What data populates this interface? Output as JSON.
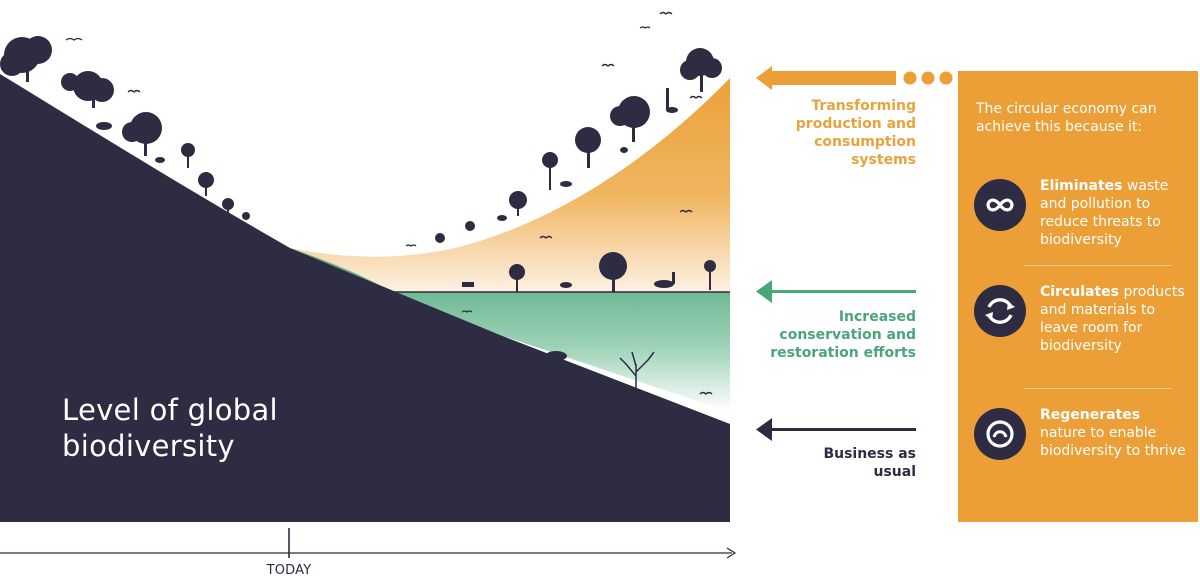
{
  "main_label": "Level of global biodiversity",
  "timeline": {
    "today_label": "TODAY"
  },
  "pathways": {
    "transforming": "Transforming production and consumption systems",
    "conservation": "Increased conservation and restoration efforts",
    "business_as_usual": "Business as usual"
  },
  "panel": {
    "intro": "The circular economy can achieve this because it:",
    "items": [
      {
        "icon": "infinity-icon",
        "bold": "Eliminates",
        "rest": " waste and pollution to reduce threats to biodiversity"
      },
      {
        "icon": "circular-arrows-icon",
        "bold": "Circulates",
        "rest": " products and materials to leave room for biodiversity"
      },
      {
        "icon": "regenerate-loop-icon",
        "bold": "Regenerates",
        "rest": " nature to enable biodiversity to thrive"
      }
    ]
  },
  "colors": {
    "navy": "#2d2c42",
    "orange": "#ec9f36",
    "green": "#4aa678",
    "white": "#ffffff"
  }
}
